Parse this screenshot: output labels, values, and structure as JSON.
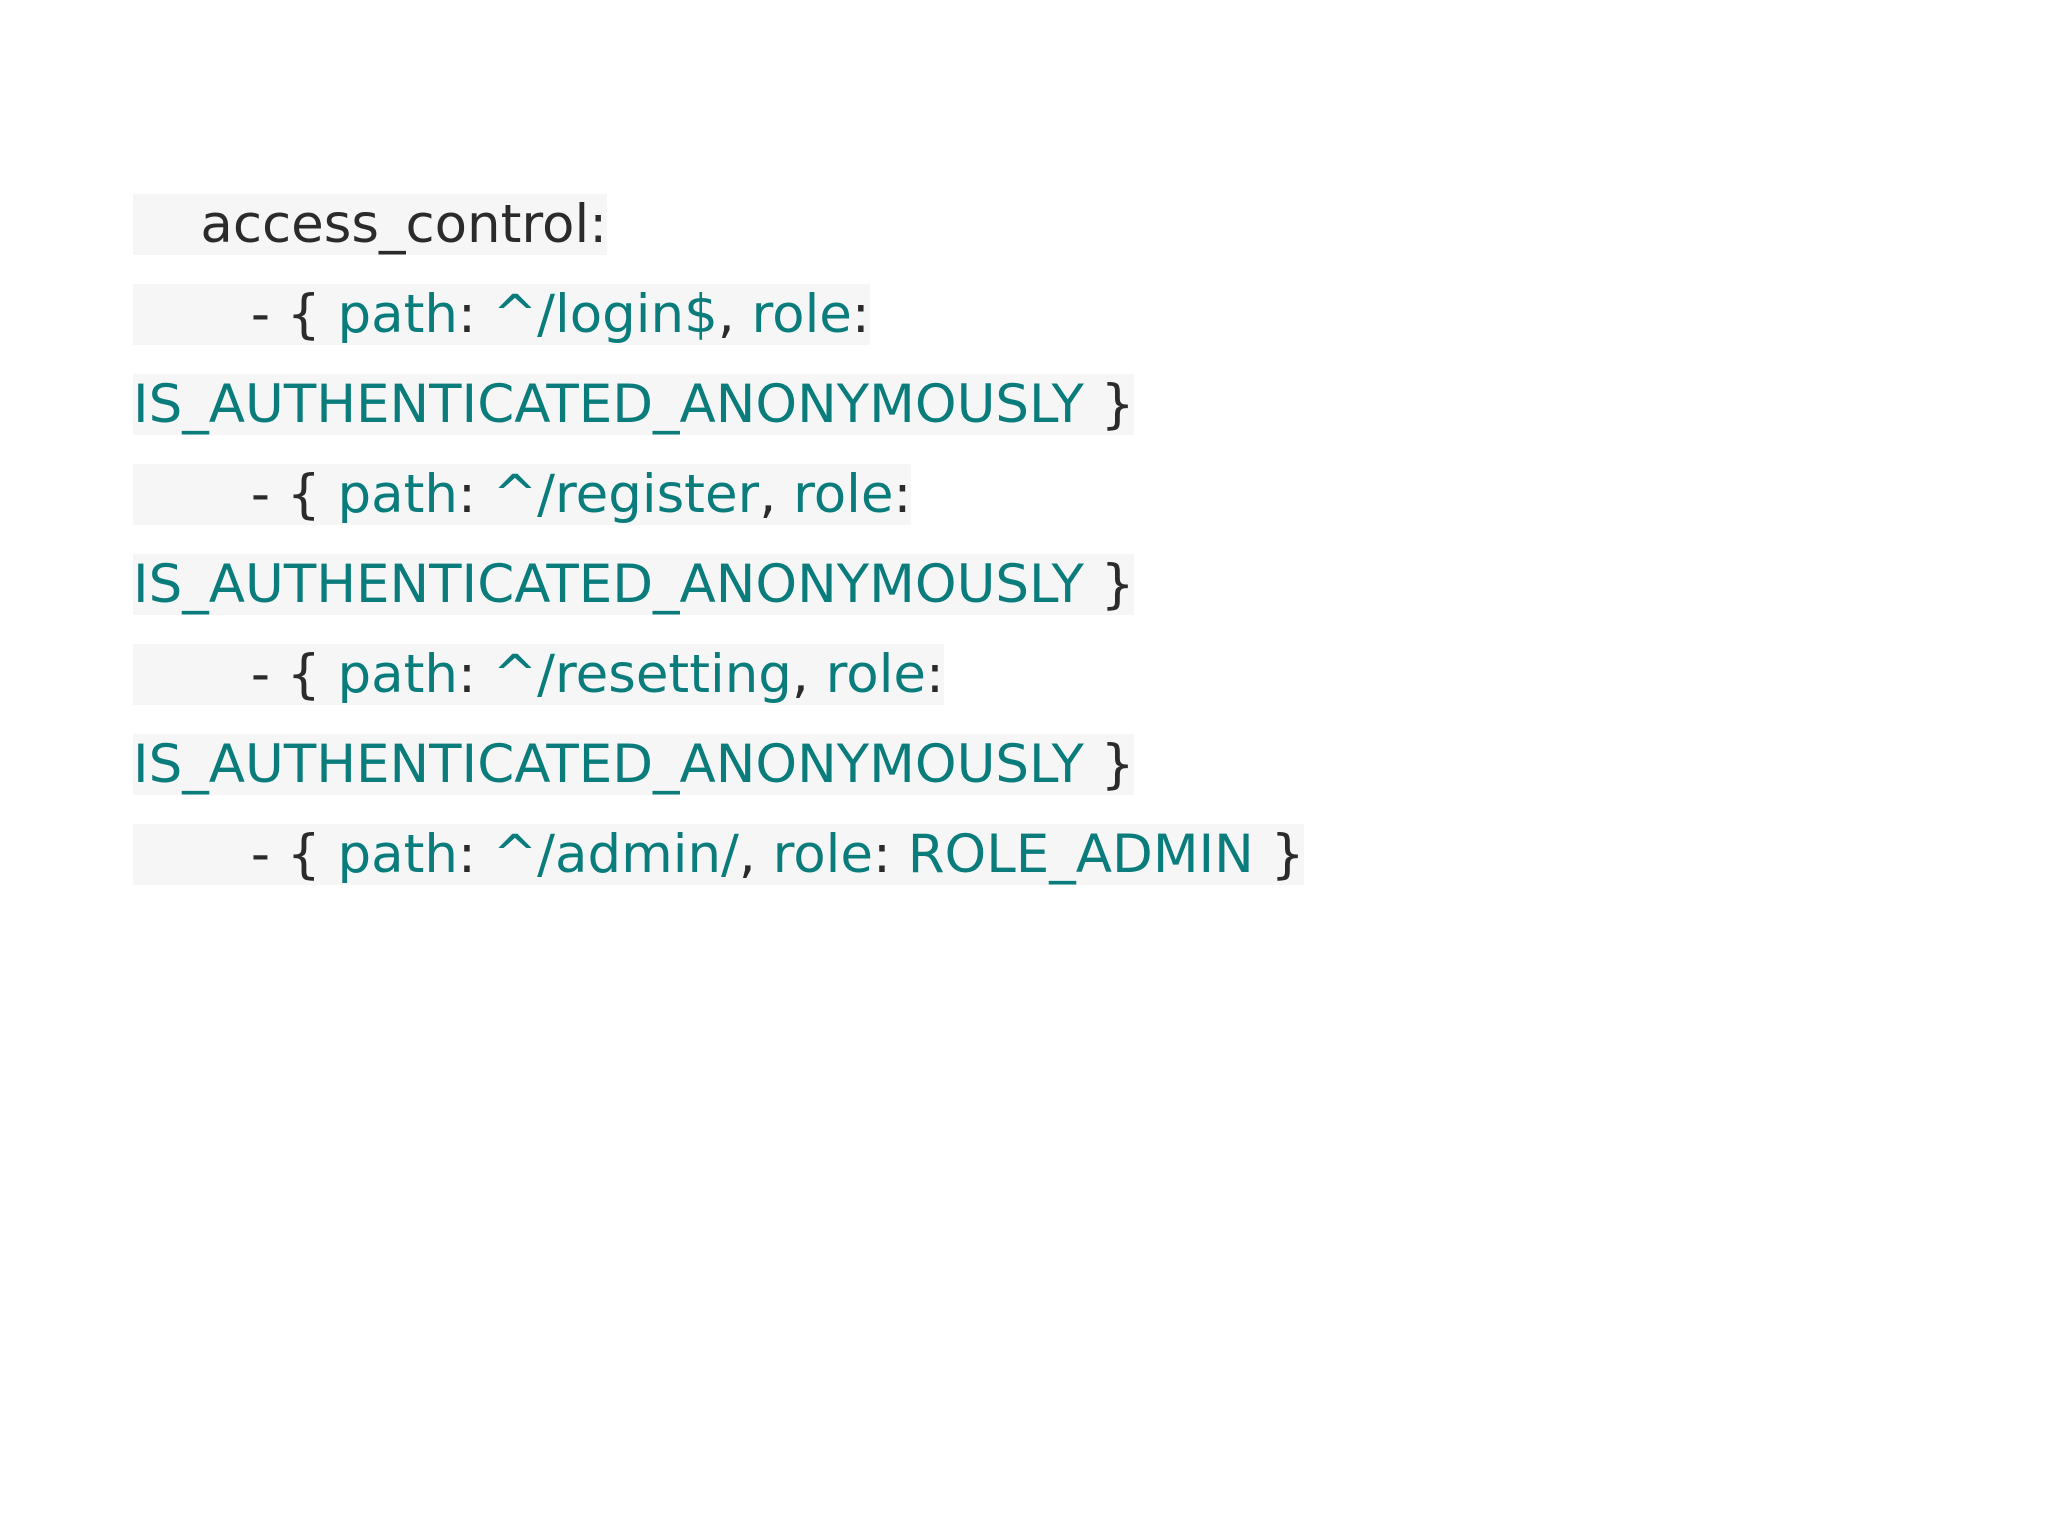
{
  "page": {
    "background_color": "#ffffff",
    "highlight_color": "#f6f6f6",
    "punctuation_color": "#2b2b2b",
    "keyword_color": "#0b7c7c",
    "language": "yaml",
    "snippet_plain_text": "    access_control:\n        - { path: ^/login$, role: IS_AUTHENTICATED_ANONYMOUSLY }\n        - { path: ^/register, role: IS_AUTHENTICATED_ANONYMOUSLY }\n        - { path: ^/resetting, role: IS_AUTHENTICATED_ANONYMOUSLY }\n        - { path: ^/admin/, role: ROLE_ADMIN }"
  },
  "lines": [
    {
      "id": "line-1",
      "tokens": [
        {
          "text": "    access_control:",
          "kind": "plain"
        }
      ]
    },
    {
      "id": "line-2",
      "tokens": [
        {
          "text": "       - { ",
          "kind": "punct"
        },
        {
          "text": "path",
          "kind": "kw"
        },
        {
          "text": ": ",
          "kind": "punct"
        },
        {
          "text": "^/login$",
          "kind": "kw"
        },
        {
          "text": ", ",
          "kind": "punct"
        },
        {
          "text": "role",
          "kind": "kw"
        },
        {
          "text": ":",
          "kind": "punct"
        }
      ]
    },
    {
      "id": "line-3",
      "tokens": [
        {
          "text": "IS_AUTHENTICATED_ANONYMOUSLY",
          "kind": "kw"
        },
        {
          "text": " }",
          "kind": "punct"
        }
      ]
    },
    {
      "id": "line-4",
      "tokens": [
        {
          "text": "       - { ",
          "kind": "punct"
        },
        {
          "text": "path",
          "kind": "kw"
        },
        {
          "text": ": ",
          "kind": "punct"
        },
        {
          "text": "^/register",
          "kind": "kw"
        },
        {
          "text": ", ",
          "kind": "punct"
        },
        {
          "text": "role",
          "kind": "kw"
        },
        {
          "text": ":",
          "kind": "punct"
        }
      ]
    },
    {
      "id": "line-5",
      "tokens": [
        {
          "text": "IS_AUTHENTICATED_ANONYMOUSLY",
          "kind": "kw"
        },
        {
          "text": " }",
          "kind": "punct"
        }
      ]
    },
    {
      "id": "line-6",
      "tokens": [
        {
          "text": "       - { ",
          "kind": "punct"
        },
        {
          "text": "path",
          "kind": "kw"
        },
        {
          "text": ": ",
          "kind": "punct"
        },
        {
          "text": "^/resetting",
          "kind": "kw"
        },
        {
          "text": ", ",
          "kind": "punct"
        },
        {
          "text": "role",
          "kind": "kw"
        },
        {
          "text": ":",
          "kind": "punct"
        }
      ]
    },
    {
      "id": "line-7",
      "tokens": [
        {
          "text": "IS_AUTHENTICATED_ANONYMOUSLY",
          "kind": "kw"
        },
        {
          "text": " }",
          "kind": "punct"
        }
      ]
    },
    {
      "id": "line-8",
      "tokens": [
        {
          "text": "       - { ",
          "kind": "punct"
        },
        {
          "text": "path",
          "kind": "kw"
        },
        {
          "text": ": ",
          "kind": "punct"
        },
        {
          "text": "^/admin/",
          "kind": "kw"
        },
        {
          "text": ", ",
          "kind": "punct"
        },
        {
          "text": "role",
          "kind": "kw"
        },
        {
          "text": ": ",
          "kind": "punct"
        },
        {
          "text": "ROLE_ADMIN",
          "kind": "kw"
        },
        {
          "text": " }",
          "kind": "punct"
        }
      ]
    }
  ]
}
